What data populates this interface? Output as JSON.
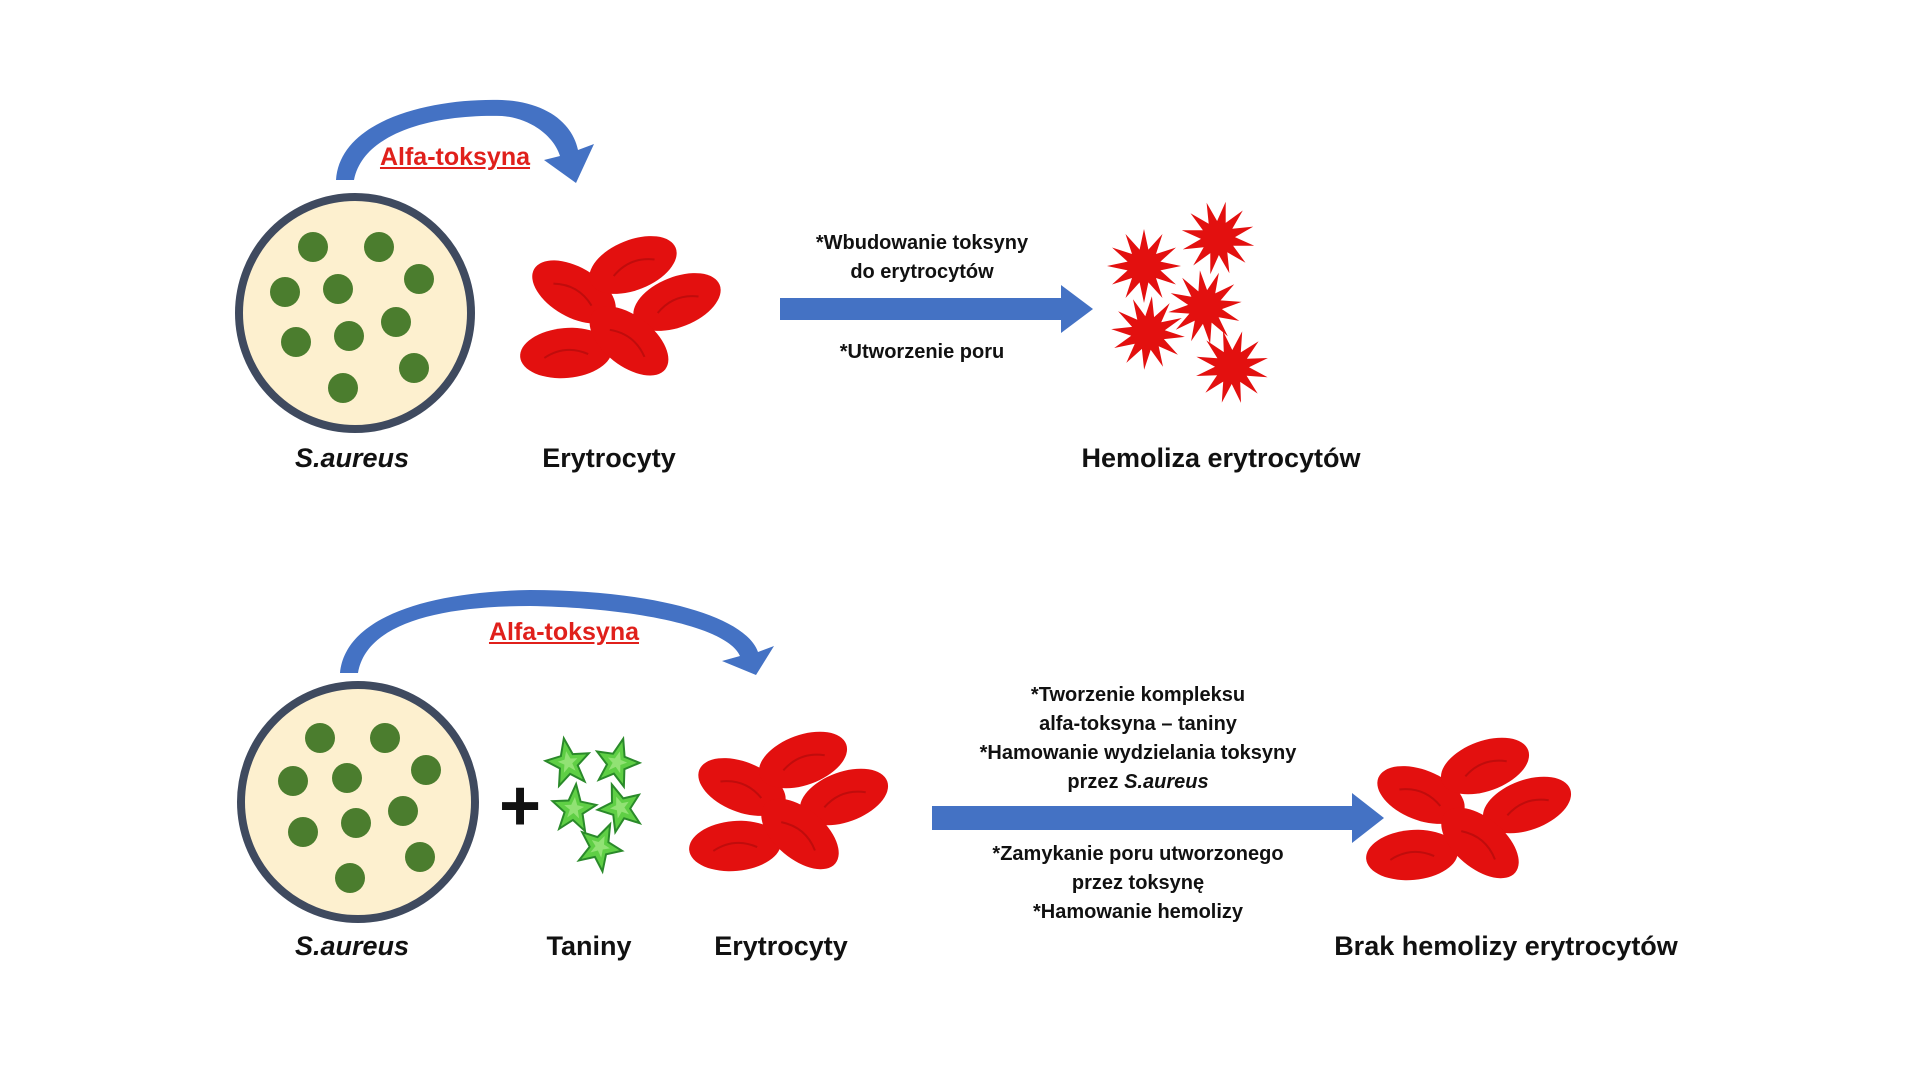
{
  "top": {
    "toxin_label": "Alfa-toksyna",
    "bacteria_label": "S.aureus",
    "erythrocytes_label": "Erytrocyty",
    "process_lines_above": [
      "*Wbudowanie toksyny",
      "do erytrocytów"
    ],
    "process_lines_below": [
      "*Utworzenie poru"
    ],
    "result_label": "Hemoliza erytrocytów"
  },
  "bottom": {
    "toxin_label": "Alfa-toksyna",
    "bacteria_label": "S.aureus",
    "tannins_label": "Taniny",
    "erythrocytes_label": "Erytrocyty",
    "plus_sign": "+",
    "process_line_1": "*Tworzenie kompleksu",
    "process_line_2": "alfa-toksyna – taniny",
    "process_line_3": "*Hamowanie wydzielania toksyny",
    "process_line_4_prefix": "przez ",
    "process_line_4_italic": "S.aureus",
    "process_lines_below": [
      "*Zamykanie poru utworzonego",
      "przez toksynę",
      "*Hamowanie hemolizy"
    ],
    "result_label": "Brak hemolizy erytrocytów"
  },
  "colors": {
    "cell_fill": "#fdf0cf",
    "cell_border": "#3f4a5f",
    "bacteria": "#4b7d2e",
    "rbc": "#e3100f",
    "arrow": "#4472c4",
    "toxin_text": "#e0201b",
    "tannin_fill": "#5fcf45",
    "tannin_stroke": "#2a8a2a"
  }
}
